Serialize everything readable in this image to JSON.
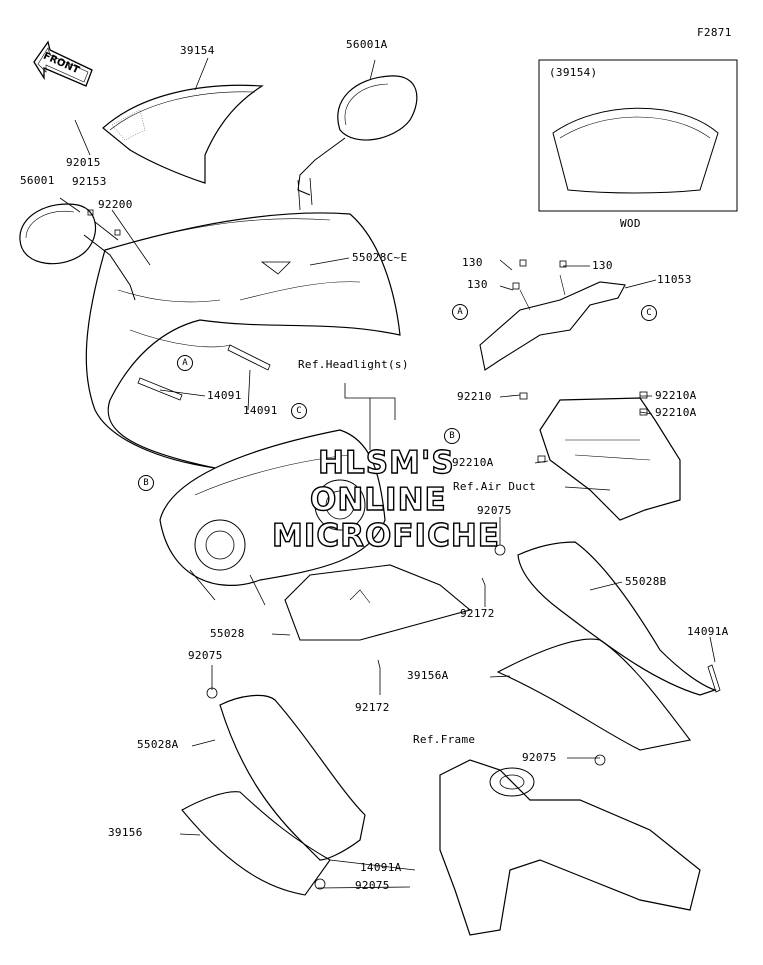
{
  "figure_code": "F2871",
  "front_label": "FRONT",
  "inset": {
    "ref": "(39154)",
    "caption": "WOD"
  },
  "callouts": [
    "A",
    "A",
    "B",
    "B",
    "C",
    "C"
  ],
  "parts": {
    "p39154": "39154",
    "p56001A": "56001A",
    "p92015": "92015",
    "p56001": "56001",
    "p92153": "92153",
    "p92200": "92200",
    "p55028CE": "55028C~E",
    "p14091_a": "14091",
    "p14091_b": "14091",
    "p130_a": "130",
    "p130_b": "130",
    "p130_c": "130",
    "p11053": "11053",
    "p92210": "92210",
    "p92210A_a": "92210A",
    "p92210A_b": "92210A",
    "p92210A_c": "92210A",
    "p92075_a": "92075",
    "p92075_b": "92075",
    "p92075_c": "92075",
    "p92075_d": "92075",
    "p55028B": "55028B",
    "p14091A_a": "14091A",
    "p14091A_b": "14091A",
    "p55028": "55028",
    "p92172_a": "92172",
    "p92172_b": "92172",
    "p39156A": "39156A",
    "p55028A": "55028A",
    "p39156": "39156"
  },
  "refs": {
    "headlight": "Ref.Headlight(s)",
    "air_duct": "Ref.Air Duct",
    "frame": "Ref.Frame"
  },
  "watermark": [
    "HLSM'S",
    "ONLINE",
    "MICROFICHE"
  ]
}
